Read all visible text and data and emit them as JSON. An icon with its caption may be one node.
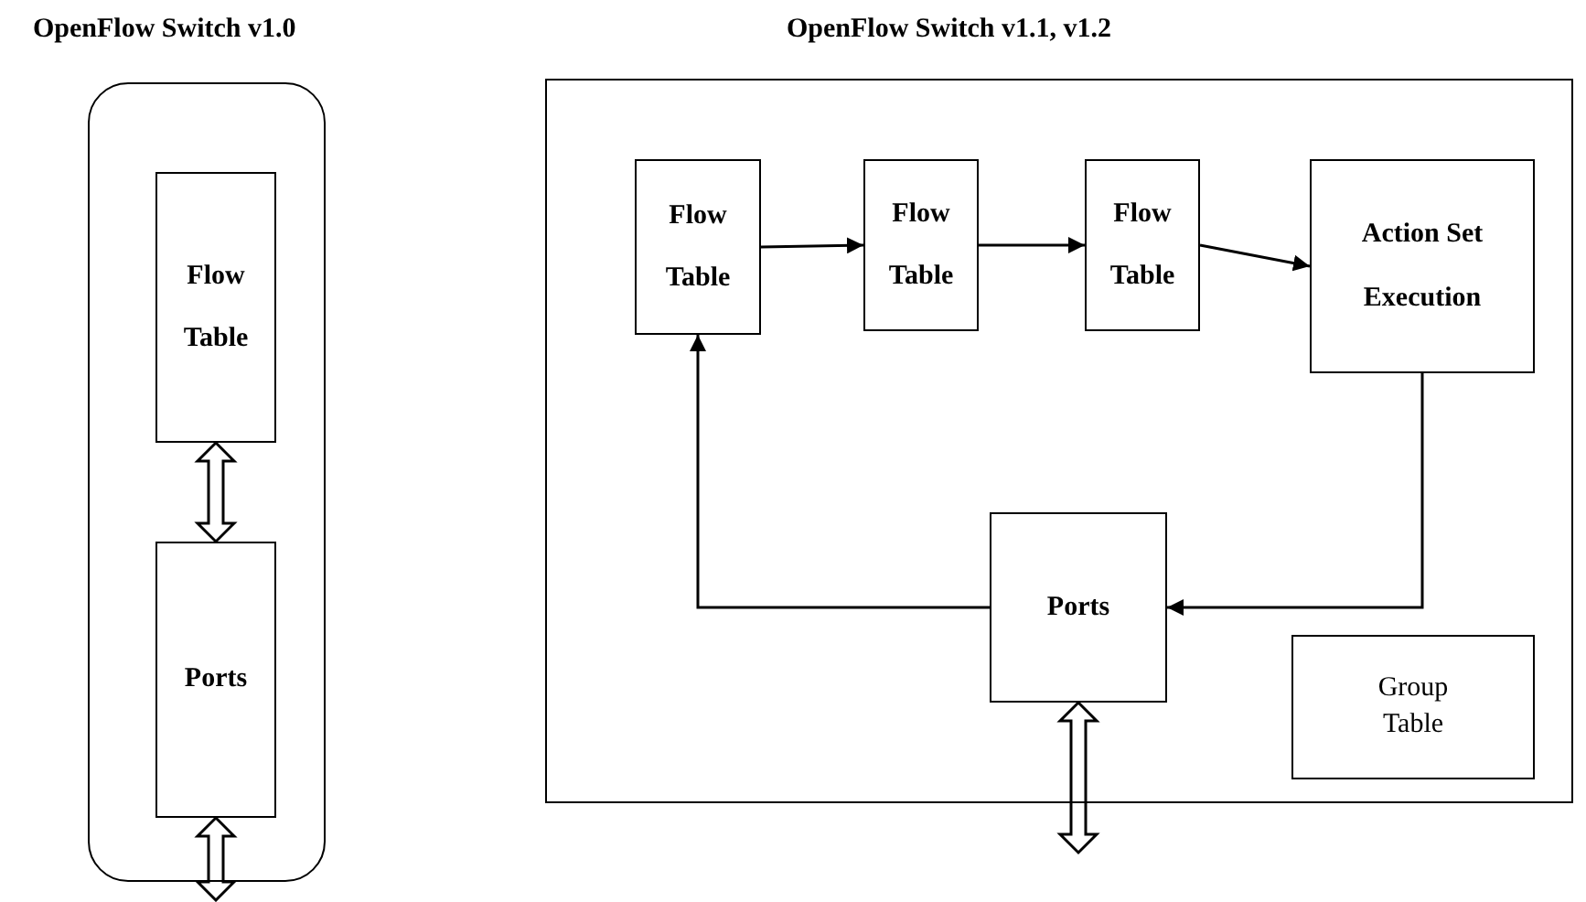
{
  "diagram": {
    "nodes": [
      {
        "text": [
          "OpenFlow Switch v1.0"
        ]
      },
      {
        "text": [
          "Flow Table"
        ],
        "in": 0
      },
      {
        "text": [
          "Ports"
        ],
        "in": 0
      },
      {
        "text": [
          "OpenFlow Switch v1.1, v1.2"
        ]
      },
      {
        "text": [
          "Flow Table"
        ],
        "in": 3
      },
      {
        "text": [
          "Flow Table"
        ],
        "in": 3
      },
      {
        "text": [
          "Flow Table"
        ],
        "in": 3
      },
      {
        "text": [
          "Action Set Execution"
        ],
        "in": 3
      },
      {
        "text": [
          "Ports"
        ],
        "in": 3
      },
      {
        "text": [
          "Group Table"
        ],
        "in": 3
      }
    ],
    "edges": [
      {
        "from": 1,
        "to": 2,
        "arrow": "both"
      },
      {
        "from": 2,
        "to": null,
        "arrow": "both"
      },
      {
        "from": 4,
        "to": 5,
        "arrow": "to"
      },
      {
        "from": 5,
        "to": 6,
        "arrow": "to"
      },
      {
        "from": 6,
        "to": 7,
        "arrow": "to"
      },
      {
        "from": 7,
        "to": 8,
        "arrow": "to"
      },
      {
        "from": 8,
        "to": 4,
        "arrow": "to"
      },
      {
        "from": 8,
        "to": null,
        "arrow": "both"
      }
    ]
  }
}
